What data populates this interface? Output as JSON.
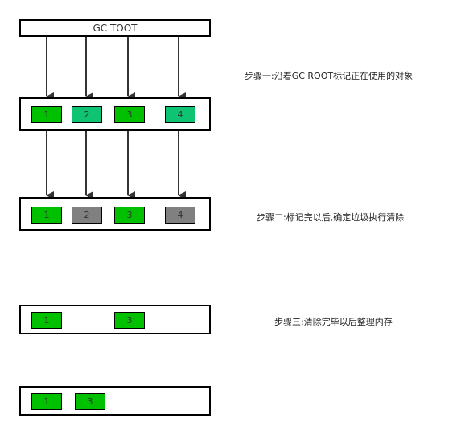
{
  "root": {
    "label": "GC TOOT"
  },
  "steps": {
    "step1": "步骤一:沿着GC ROOT标记正在使用的对象",
    "step2": "步骤二:标记完以后,确定垃圾执行清除",
    "step3": "步骤三:清除完毕以后整理内存"
  },
  "rows": [
    {
      "cells": [
        {
          "label": "1",
          "state": "live-green"
        },
        {
          "label": "2",
          "state": "live-teal"
        },
        {
          "label": "3",
          "state": "live-green"
        },
        {
          "label": "4",
          "state": "live-teal"
        }
      ]
    },
    {
      "cells": [
        {
          "label": "1",
          "state": "live"
        },
        {
          "label": "2",
          "state": "garbage"
        },
        {
          "label": "3",
          "state": "live"
        },
        {
          "label": "4",
          "state": "garbage"
        }
      ]
    },
    {
      "cells": [
        {
          "label": "1",
          "state": "live"
        },
        {
          "label": "3",
          "state": "live"
        }
      ]
    },
    {
      "cells": [
        {
          "label": "1",
          "state": "live"
        },
        {
          "label": "3",
          "state": "live"
        }
      ]
    }
  ],
  "colors": {
    "live": "#00c000",
    "live_teal": "#0ec473",
    "garbage": "#808080",
    "arrow": "#333333"
  }
}
